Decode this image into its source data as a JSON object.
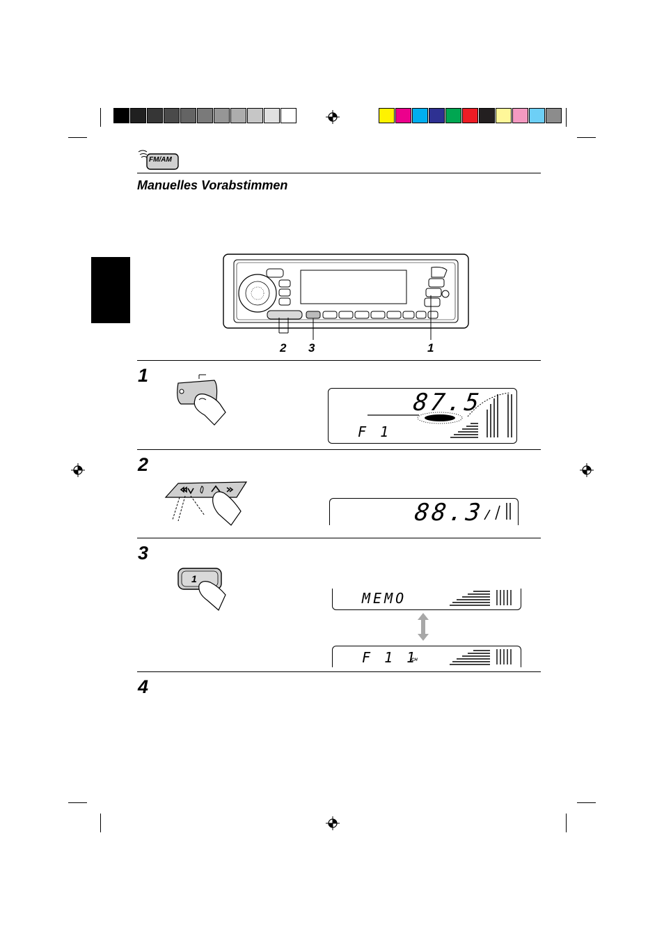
{
  "colors": {
    "grayscale_swatches": [
      "#000000",
      "#202020",
      "#363636",
      "#4a4a4a",
      "#646464",
      "#7a7a7a",
      "#969696",
      "#adadad",
      "#c6c6c6",
      "#e0e0e0",
      "#ffffff"
    ],
    "process_swatches": [
      "#fff200",
      "#ec008c",
      "#00aeef",
      "#2e3192",
      "#00a651",
      "#ed1c24",
      "#231f20",
      "#fff799",
      "#f49ac1",
      "#6dcff6",
      "#8c8c8c"
    ],
    "arrow_gray": "#a8a8a8"
  },
  "header": {
    "band_icon_label": "FM/AM",
    "title": "Manuelles Vorabstimmen"
  },
  "radio_diagram": {
    "callouts": [
      "2",
      "3",
      "1"
    ]
  },
  "steps": [
    {
      "number": "1",
      "display": {
        "frequency": "87.5",
        "band": "F 1"
      }
    },
    {
      "number": "2",
      "display": {
        "frequency": "88.3"
      }
    },
    {
      "number": "3",
      "button_label": "1",
      "display_a": {
        "text": "MEMO"
      },
      "display_b": {
        "text": "F 1   1",
        "suffix": "CH"
      }
    },
    {
      "number": "4"
    }
  ]
}
